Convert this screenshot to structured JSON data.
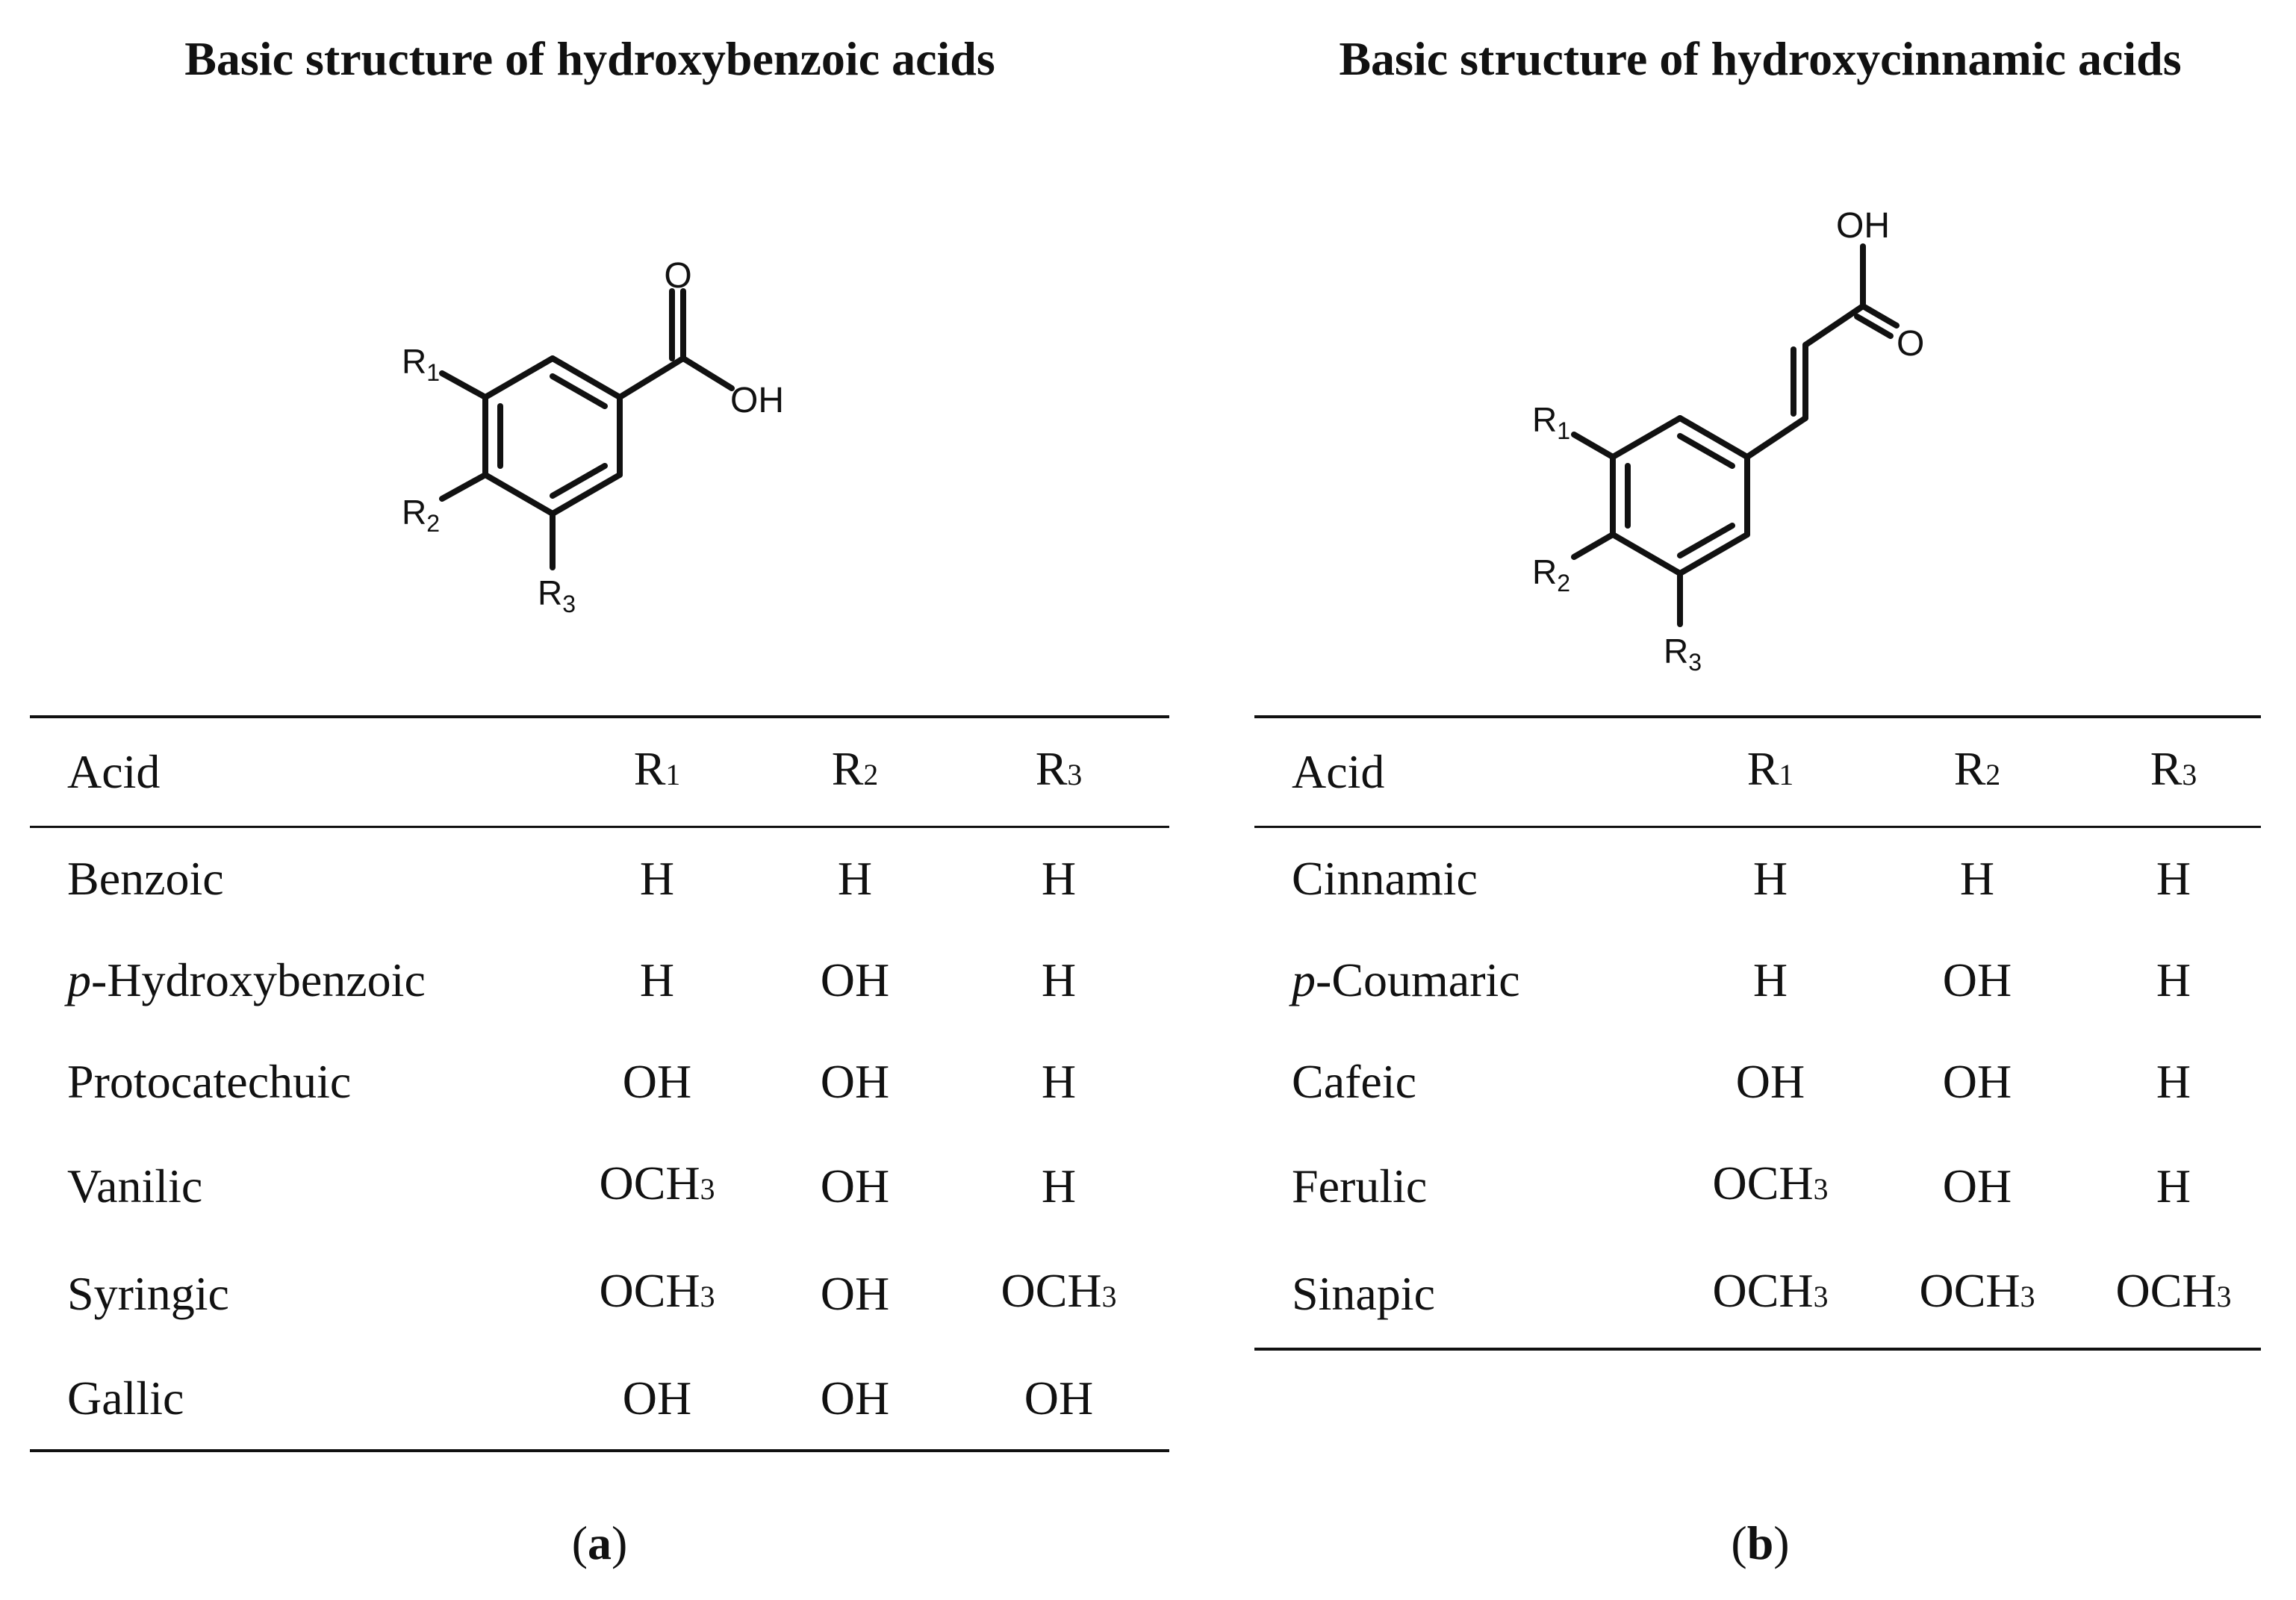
{
  "panel_a": {
    "title": "Basic structure of hydroxybenzoic acids",
    "structure_labels": {
      "r1": "R",
      "r1_sub": "1",
      "r2": "R",
      "r2_sub": "2",
      "r3": "R",
      "r3_sub": "3",
      "carbonyl_o": "O",
      "hydroxyl": "OH"
    },
    "table": {
      "headers": [
        "Acid",
        "R1",
        "R2",
        "R3"
      ],
      "rows": [
        {
          "prefix": "",
          "name": "Benzoic",
          "r1": "H",
          "r2": "H",
          "r3": "H"
        },
        {
          "prefix": "p",
          "name": "-Hydroxybenzoic",
          "r1": "H",
          "r2": "OH",
          "r3": "H"
        },
        {
          "prefix": "",
          "name": "Protocatechuic",
          "r1": "OH",
          "r2": "OH",
          "r3": "H"
        },
        {
          "prefix": "",
          "name": "Vanilic",
          "r1": "OCH3",
          "r2": "OH",
          "r3": "H"
        },
        {
          "prefix": "",
          "name": "Syringic",
          "r1": "OCH3",
          "r2": "OH",
          "r3": "OCH3"
        },
        {
          "prefix": "",
          "name": "Gallic",
          "r1": "OH",
          "r2": "OH",
          "r3": "OH"
        }
      ]
    },
    "caption_open": "(",
    "caption_letter": "a",
    "caption_close": ")"
  },
  "panel_b": {
    "title": "Basic structure of hydroxycinnamic acids",
    "structure_labels": {
      "r1": "R",
      "r1_sub": "1",
      "r2": "R",
      "r2_sub": "2",
      "r3": "R",
      "r3_sub": "3",
      "carbonyl_o": "O",
      "hydroxyl": "OH"
    },
    "table": {
      "headers": [
        "Acid",
        "R1",
        "R2",
        "R3"
      ],
      "rows": [
        {
          "prefix": "",
          "name": "Cinnamic",
          "r1": "H",
          "r2": "H",
          "r3": "H"
        },
        {
          "prefix": "p",
          "name": "-Coumaric",
          "r1": "H",
          "r2": "OH",
          "r3": "H"
        },
        {
          "prefix": "",
          "name": "Cafeic",
          "r1": "OH",
          "r2": "OH",
          "r3": "H"
        },
        {
          "prefix": "",
          "name": "Ferulic",
          "r1": "OCH3",
          "r2": "OH",
          "r3": "H"
        },
        {
          "prefix": "",
          "name": "Sinapic",
          "r1": "OCH3",
          "r2": "OCH3",
          "r3": "OCH3"
        }
      ]
    },
    "caption_open": "(",
    "caption_letter": "b",
    "caption_close": ")"
  }
}
